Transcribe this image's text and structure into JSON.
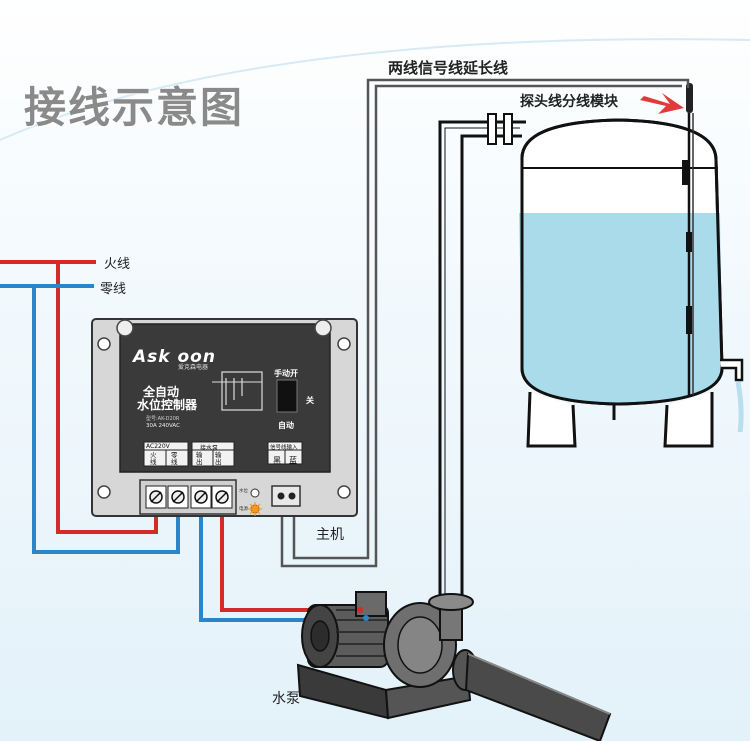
{
  "title": "接线示意图",
  "labels": {
    "extension_cable": "两线信号线延长线",
    "probe_module": "探头线分线模块",
    "live_wire": "火线",
    "neutral_wire": "零线",
    "host": "主机",
    "pump": "水泵"
  },
  "controller": {
    "brand": "Ask oon",
    "brand_sub": "爱克森电器",
    "product_line1": "全自动",
    "product_line2": "水位控制器",
    "model": "型号:AK-D20R",
    "rating": "30A 240VAC",
    "manual_on": "手动开",
    "off": "关",
    "auto": "自动",
    "ac_input": "AC220V",
    "term_live": "火线",
    "term_neutral": "零线",
    "pump_ctrl": "接水泵",
    "term_out1": "输出",
    "term_out2": "输出",
    "signal_in": "信号线输入",
    "black": "黑",
    "blue": "蓝",
    "water_indicator": "水位",
    "power_indicator": "电源"
  },
  "colors": {
    "live": "#d42a2a",
    "neutral": "#2a86c8",
    "signal": "#555555",
    "water": "#a9dbea"
  }
}
